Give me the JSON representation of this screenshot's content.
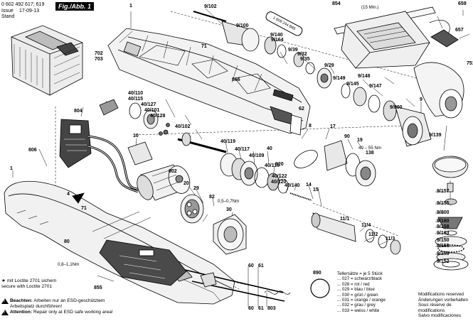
{
  "header": {
    "order_number": "0 602 492 617; 619",
    "issue_label": "Issue",
    "issue_date": "17-09-13",
    "stand_label": "Stand",
    "figure_label": "Fig./Abb. 1",
    "spanner_part": "1 609 244 B65"
  },
  "notes": {
    "torque_screw_82": "0,5–0,7Nm",
    "torque_9_138": "40 – 55 Nm",
    "torque_80": "0,8–1,1Nm",
    "charger_rating": "(15 Min.)",
    "loctite_de": "★ mit Loctite 2701 sichern",
    "loctite_en": "secure with Loctite 2701",
    "esd_de_heading": "Beachten:",
    "esd_de_line1": "Arbeiten nur an ESD-geschütztem",
    "esd_de_line2": "Arbeitsplatz durchführen!",
    "esd_en_heading": "Attention:",
    "esd_en_text": "Repair only at ESD safe working area!"
  },
  "sleeve_sets": {
    "title_de": "Tellersätze = je 5 Stück",
    "rows": [
      "... 027 = schwarz/black",
      "... 028 = rot / red",
      "... 029 = blau / blue",
      "... 030 = grün / green",
      "... 031 = orange / orange",
      "... 032 = grau / grey",
      "... 033 = weiss / white"
    ]
  },
  "modifications": [
    "Modifications reserved",
    "Änderungen vorbehalten",
    "Sous réserve de modifications",
    "Salvo modificaciones"
  ],
  "callouts": [
    "1",
    "702",
    "703",
    "804",
    "806",
    "4",
    "71",
    "80",
    "855",
    "1",
    "71",
    "866",
    "40/110",
    "40/115",
    "40/127",
    "40/101",
    "40/128",
    "40/102",
    "10",
    "802",
    "20",
    "29",
    "82",
    "30",
    "40/119",
    "40/117",
    "40/109",
    "40",
    "40/116",
    "820",
    "40/122",
    "40/120",
    "40/140",
    "14",
    "15",
    "9/102",
    "9/100",
    "9/140",
    "9/164",
    "9/39",
    "9/32",
    "9/35",
    "9/29",
    "9/149",
    "9/145",
    "9/148",
    "9/147",
    "9/800",
    "9",
    "9/139",
    "854",
    "659",
    "657",
    "751",
    "62",
    "8",
    "17",
    "90",
    "19",
    "138",
    "11/1",
    "11/4",
    "11/2",
    "11/3",
    "9/157",
    "9/155",
    "9/800",
    "9/160",
    "9/158",
    "9/163",
    "9/150",
    "9/153",
    "9/159",
    "9/152",
    "890",
    "60",
    "61",
    "60",
    "61",
    "803"
  ]
}
